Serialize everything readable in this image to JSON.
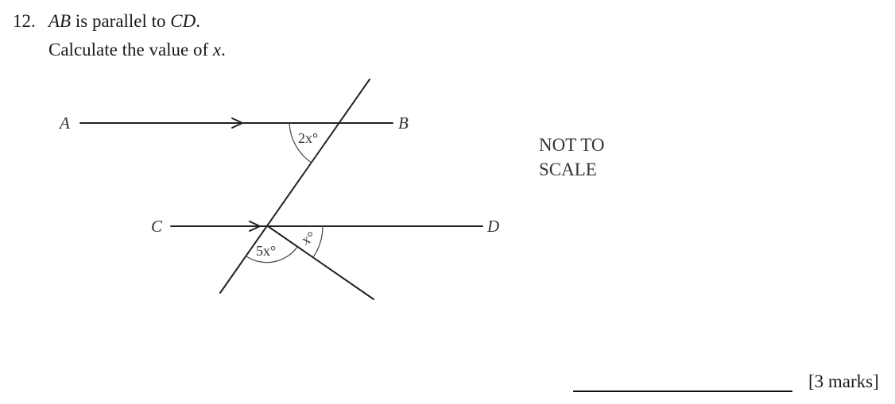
{
  "question": {
    "number": "12.",
    "statement_parts": [
      "AB",
      " is parallel to ",
      "CD",
      "."
    ],
    "instruction_parts": [
      "Calculate the value of ",
      "x",
      "."
    ]
  },
  "diagram": {
    "labels": {
      "A": "A",
      "B": "B",
      "C": "C",
      "D": "D"
    },
    "angles": {
      "top": "2x°",
      "bottom_left": "5x°",
      "bottom_right": "x°"
    },
    "note_line1": "NOT TO",
    "note_line2": "SCALE"
  },
  "answer": {
    "marks": "[3 marks]"
  }
}
